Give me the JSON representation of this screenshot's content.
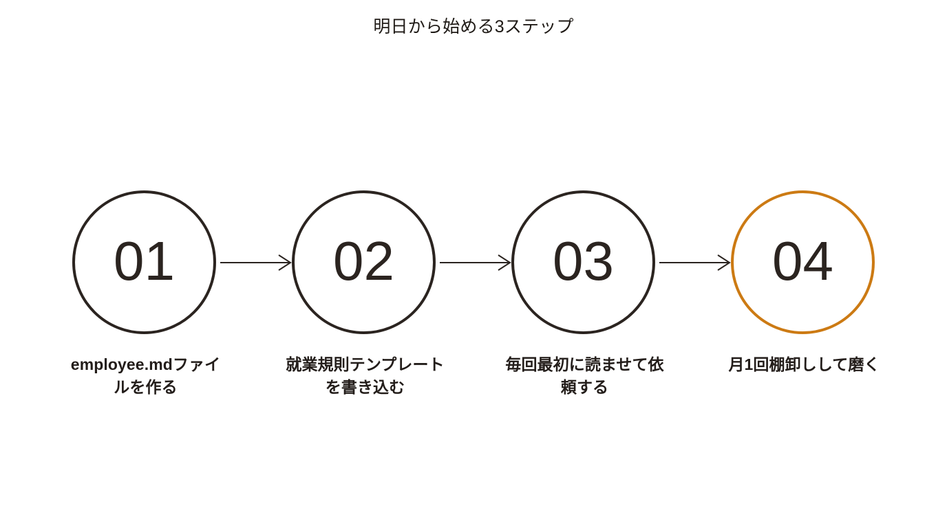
{
  "slide": {
    "title": "明日から始める3ステップ",
    "background_color": "#ffffff",
    "text_color": "#231d1a",
    "accent_color": "#cc7a13",
    "line_color": "#2b2420"
  },
  "steps": [
    {
      "number": "01",
      "label": "employee.mdファイルを作る",
      "highlight": "false"
    },
    {
      "number": "02",
      "label": "就業規則テンプレートを書き込む",
      "highlight": "false"
    },
    {
      "number": "03",
      "label": "毎回最初に読ませて依頼する",
      "highlight": "false"
    },
    {
      "number": "04",
      "label": "月1回棚卸しして磨く",
      "highlight": "true"
    }
  ],
  "connectors": [
    {
      "from": "01",
      "to": "02"
    },
    {
      "from": "02",
      "to": "03"
    },
    {
      "from": "03",
      "to": "04"
    }
  ]
}
